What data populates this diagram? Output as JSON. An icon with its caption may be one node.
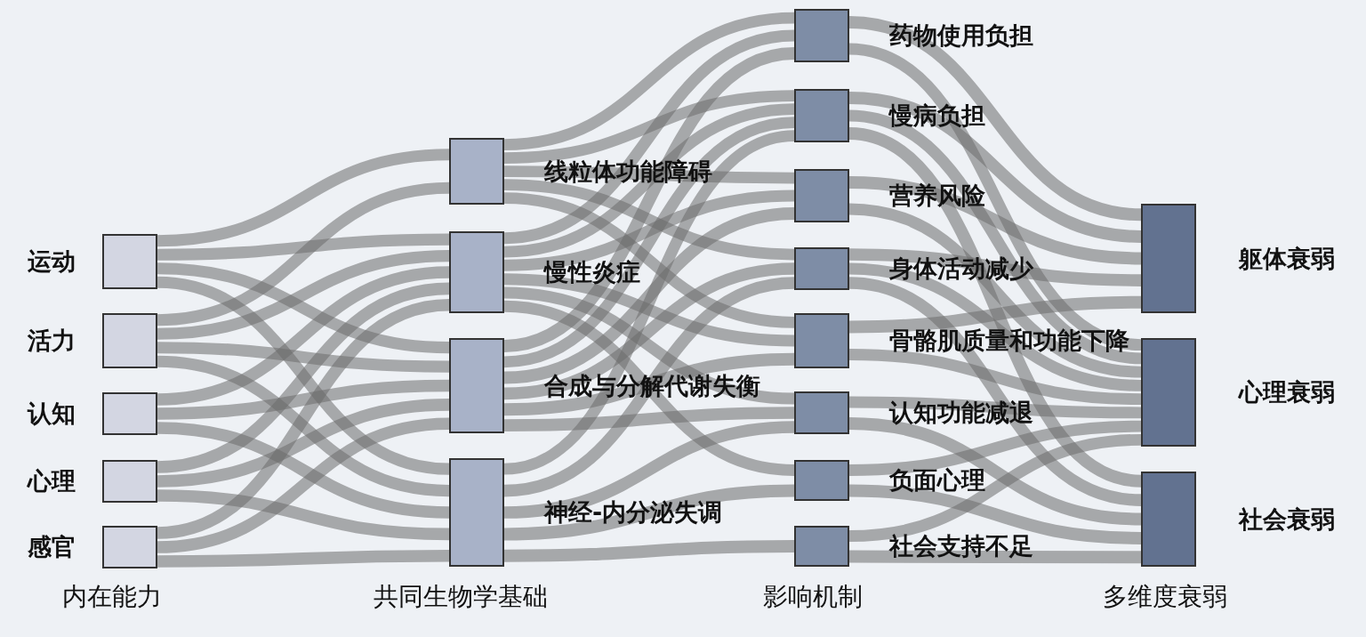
{
  "diagram": {
    "nodes": [
      {
        "text": [
          "运动"
        ]
      },
      {
        "text": [
          "活力"
        ]
      },
      {
        "text": [
          "认知"
        ]
      },
      {
        "text": [
          "心理"
        ]
      },
      {
        "text": [
          "感官"
        ]
      },
      {
        "text": [
          "线粒体功能障碍"
        ]
      },
      {
        "text": [
          "慢性炎症"
        ]
      },
      {
        "text": [
          "合成与分解代谢失衡"
        ]
      },
      {
        "text": [
          "神经-内分泌失调"
        ]
      },
      {
        "text": [
          "药物使用负担"
        ]
      },
      {
        "text": [
          "慢病负担"
        ]
      },
      {
        "text": [
          "营养风险"
        ]
      },
      {
        "text": [
          "身体活动减少"
        ]
      },
      {
        "text": [
          "骨骼肌质量和功能下降"
        ]
      },
      {
        "text": [
          "认知功能减退"
        ]
      },
      {
        "text": [
          "负面心理"
        ]
      },
      {
        "text": [
          "社会支持不足"
        ]
      },
      {
        "text": [
          "躯体衰弱"
        ]
      },
      {
        "text": [
          "心理衰弱"
        ]
      },
      {
        "text": [
          "社会衰弱"
        ]
      }
    ],
    "edges": [
      {
        "from": 0,
        "to": 5,
        "arrow": "none"
      },
      {
        "from": 0,
        "to": 6,
        "arrow": "none"
      },
      {
        "from": 0,
        "to": 7,
        "arrow": "none"
      },
      {
        "from": 0,
        "to": 8,
        "arrow": "none"
      },
      {
        "from": 1,
        "to": 5,
        "arrow": "none"
      },
      {
        "from": 1,
        "to": 6,
        "arrow": "none"
      },
      {
        "from": 1,
        "to": 7,
        "arrow": "none"
      },
      {
        "from": 1,
        "to": 8,
        "arrow": "none"
      },
      {
        "from": 2,
        "to": 6,
        "arrow": "none"
      },
      {
        "from": 2,
        "to": 7,
        "arrow": "none"
      },
      {
        "from": 2,
        "to": 8,
        "arrow": "none"
      },
      {
        "from": 3,
        "to": 6,
        "arrow": "none"
      },
      {
        "from": 3,
        "to": 7,
        "arrow": "none"
      },
      {
        "from": 3,
        "to": 8,
        "arrow": "none"
      },
      {
        "from": 4,
        "to": 6,
        "arrow": "none"
      },
      {
        "from": 4,
        "to": 7,
        "arrow": "none"
      },
      {
        "from": 4,
        "to": 8,
        "arrow": "none"
      },
      {
        "from": 5,
        "to": 9,
        "arrow": "none"
      },
      {
        "from": 5,
        "to": 10,
        "arrow": "none"
      },
      {
        "from": 5,
        "to": 11,
        "arrow": "none"
      },
      {
        "from": 5,
        "to": 12,
        "arrow": "none"
      },
      {
        "from": 5,
        "to": 13,
        "arrow": "none"
      },
      {
        "from": 6,
        "to": 9,
        "arrow": "none"
      },
      {
        "from": 6,
        "to": 10,
        "arrow": "none"
      },
      {
        "from": 6,
        "to": 11,
        "arrow": "none"
      },
      {
        "from": 6,
        "to": 13,
        "arrow": "none"
      },
      {
        "from": 6,
        "to": 14,
        "arrow": "none"
      },
      {
        "from": 6,
        "to": 15,
        "arrow": "none"
      },
      {
        "from": 7,
        "to": 9,
        "arrow": "none"
      },
      {
        "from": 7,
        "to": 10,
        "arrow": "none"
      },
      {
        "from": 7,
        "to": 11,
        "arrow": "none"
      },
      {
        "from": 7,
        "to": 12,
        "arrow": "none"
      },
      {
        "from": 7,
        "to": 13,
        "arrow": "none"
      },
      {
        "from": 7,
        "to": 14,
        "arrow": "none"
      },
      {
        "from": 8,
        "to": 10,
        "arrow": "none"
      },
      {
        "from": 8,
        "to": 12,
        "arrow": "none"
      },
      {
        "from": 8,
        "to": 14,
        "arrow": "none"
      },
      {
        "from": 8,
        "to": 15,
        "arrow": "none"
      },
      {
        "from": 8,
        "to": 16,
        "arrow": "none"
      },
      {
        "from": 9,
        "to": 17,
        "arrow": "none"
      },
      {
        "from": 9,
        "to": 18,
        "arrow": "none"
      },
      {
        "from": 10,
        "to": 17,
        "arrow": "none"
      },
      {
        "from": 10,
        "to": 18,
        "arrow": "none"
      },
      {
        "from": 10,
        "to": 19,
        "arrow": "none"
      },
      {
        "from": 11,
        "to": 17,
        "arrow": "none"
      },
      {
        "from": 11,
        "to": 18,
        "arrow": "none"
      },
      {
        "from": 12,
        "to": 17,
        "arrow": "none"
      },
      {
        "from": 12,
        "to": 18,
        "arrow": "none"
      },
      {
        "from": 12,
        "to": 19,
        "arrow": "none"
      },
      {
        "from": 13,
        "to": 17,
        "arrow": "none"
      },
      {
        "from": 13,
        "to": 18,
        "arrow": "none"
      },
      {
        "from": 14,
        "to": 18,
        "arrow": "none"
      },
      {
        "from": 14,
        "to": 19,
        "arrow": "none"
      },
      {
        "from": 15,
        "to": 18,
        "arrow": "none"
      },
      {
        "from": 15,
        "to": 19,
        "arrow": "none"
      },
      {
        "from": 16,
        "to": 18,
        "arrow": "none"
      },
      {
        "from": 16,
        "to": 19,
        "arrow": "none"
      }
    ],
    "labels": [
      "内在能力",
      "共同生物学基础",
      "影响机制",
      "多维度衰弱"
    ]
  }
}
